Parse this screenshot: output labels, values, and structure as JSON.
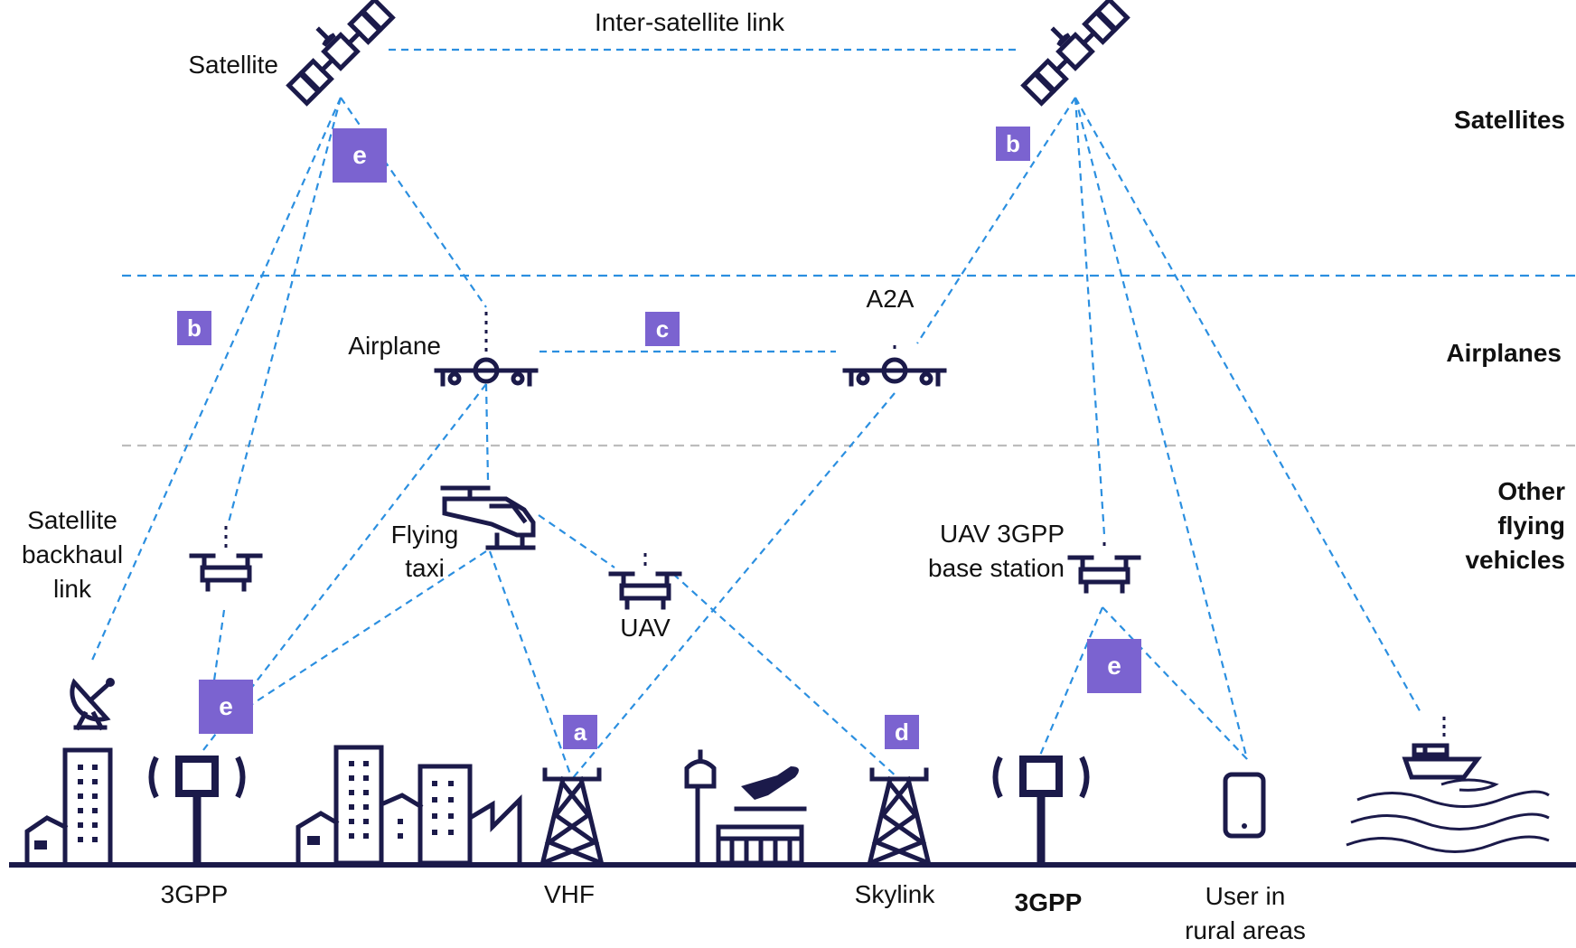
{
  "labels": {
    "satellite": "Satellite",
    "inter_satellite_link": "Inter-satellite link",
    "airplane": "Airplane",
    "a2a": "A2A",
    "satellite_backhaul_link": "Satellite\nbackhaul\nlink",
    "flying_taxi": "Flying\ntaxi",
    "uav": "UAV",
    "uav_3gpp_base_station": "UAV 3GPP\nbase station",
    "ground_3gpp_left": "3GPP",
    "ground_vhf": "VHF",
    "ground_skylink": "Skylink",
    "ground_3gpp_right": "3GPP",
    "ground_user": "User in\nrural areas"
  },
  "layers": {
    "satellites": "Satellites",
    "airplanes": "Airplanes",
    "other_flying": "Other\nflying\nvehicles"
  },
  "badges": {
    "e1": "e",
    "b1": "b",
    "b2": "b",
    "c": "c",
    "e2": "e",
    "a": "a",
    "d": "d",
    "e3": "e"
  },
  "colors": {
    "link": "#2b8fe0",
    "badge": "#7b63d0",
    "icon": "#1b1a4a",
    "layer_line_top": "#2b8fe0",
    "layer_line_bottom": "#bdbdbd"
  },
  "icons": [
    "satellite-icon",
    "airplane-icon",
    "helicopter-icon",
    "drone-icon",
    "satellite-dish-icon",
    "building-icon",
    "antenna-icon",
    "city-icon",
    "radio-tower-icon",
    "airport-icon",
    "smartphone-icon",
    "ship-icon"
  ]
}
